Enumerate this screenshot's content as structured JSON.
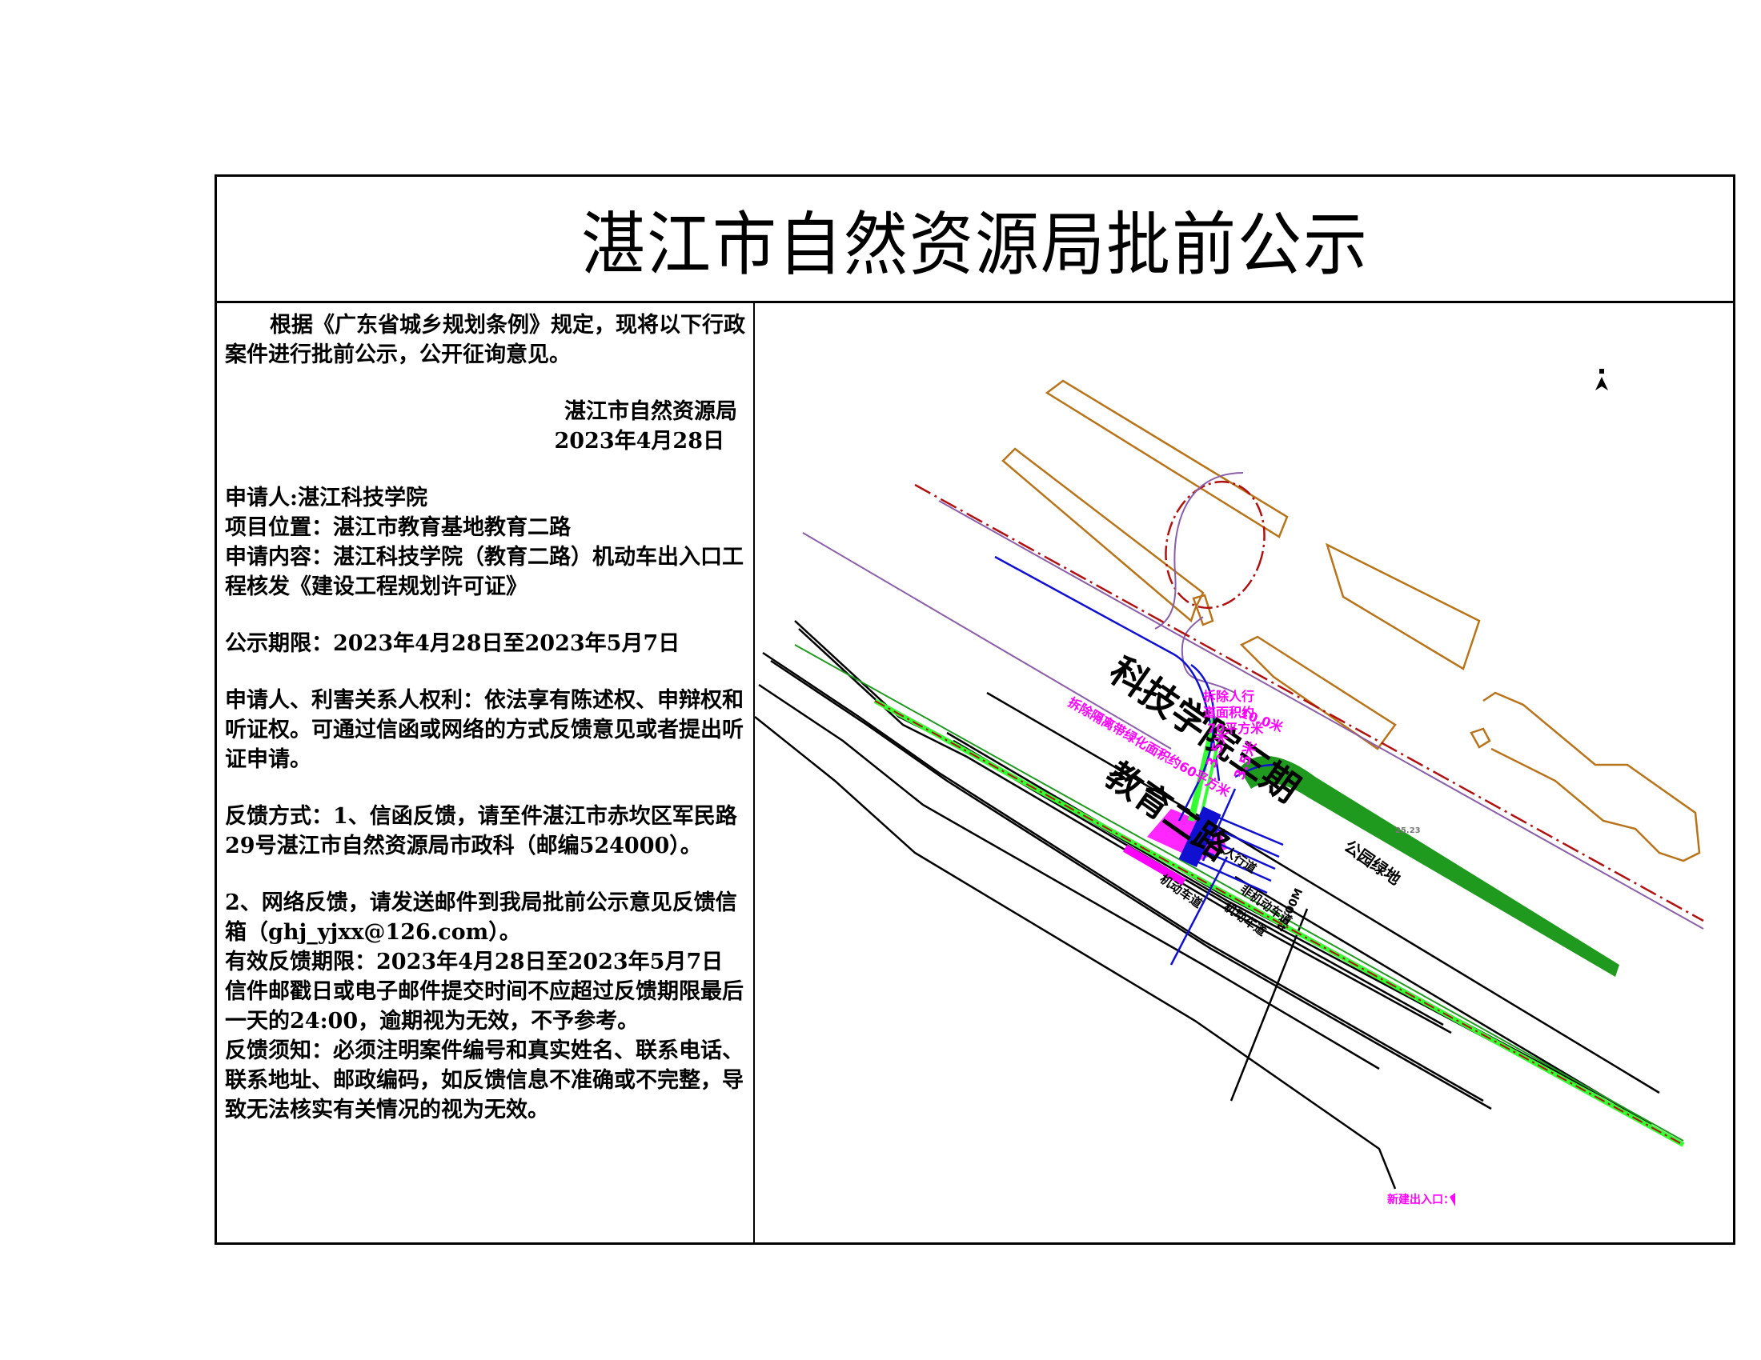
{
  "header": {
    "title": "湛江市自然资源局批前公示"
  },
  "notice": {
    "intro": "根据《广东省城乡规划条例》规定，现将以下行政案件进行批前公示，公开征询意见。",
    "issuer": "湛江市自然资源局",
    "issue_date": "2023年4月28日",
    "applicant": "申请人:湛江科技学院",
    "location": "项目位置：湛江市教育基地教育二路",
    "content": "申请内容：湛江科技学院（教育二路）机动车出入口工程核发《建设工程规划许可证》",
    "period": "公示期限：2023年4月28日至2023年5月7日",
    "rights": "申请人、利害关系人权利：依法享有陈述权、申辩权和听证权。可通过信函或网络的方式反馈意见或者提出听证申请。",
    "feedback_mail": "反馈方式：1、信函反馈，请至件湛江市赤坎区军民路29号湛江市自然资源局市政科（邮编524000）。",
    "feedback_email": "2、网络反馈，请发送邮件到我局批前公示意见反馈信箱（ghj_yjxx@126.com）。",
    "valid_period": "有效反馈期限：2023年4月28日至2023年5月7日",
    "deadline_note": "信件邮戳日或电子邮件提交时间不应超过反馈期限最后一天的24:00，逾期视为无效，不予参考。",
    "requirements": "反馈须知：必须注明案件编号和真实姓名、联系电话、联系地址、邮政编码，如反馈信息不准确或不完整，导致无法核实有关情况的视为无效。"
  },
  "map": {
    "campus_label": "科技学院三期",
    "road_label": "教育二路",
    "park_label": "公园绿地",
    "sidewalk_label": "人行道",
    "bike_lane_label": "非机动车道",
    "motor_lane_label": "机动车道",
    "motor_lane_label_2": "机动车道",
    "road_width": "45.00M",
    "remove_sidewalk": [
      "拆除人行",
      "道面积约",
      "70平方米"
    ],
    "remove_median": "拆除隔离带绿化面积约60平方米",
    "width_10": "10.0米",
    "width_35a": "3.5米",
    "width_35b": "3.5米",
    "new_entrance": "新建出入口：",
    "elevation": "25.23",
    "north_arrow": "north-arrow",
    "colors": {
      "building": "#b8741a",
      "green_belt": "#1f9a1f",
      "bright_green": "#33ff33",
      "magenta": "#ff00ff",
      "blue": "#1010d0",
      "red_dash": "#b01010",
      "purple": "#8a5ea8"
    }
  }
}
